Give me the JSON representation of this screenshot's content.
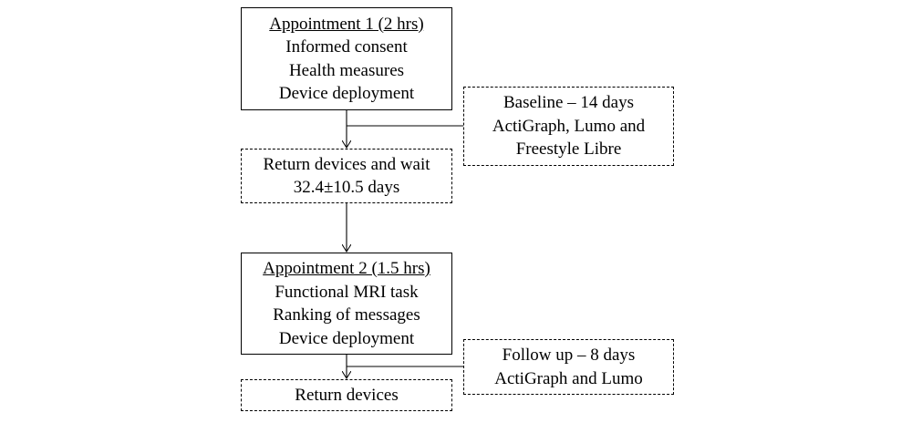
{
  "steps": {
    "appointment1": {
      "title": "Appointment 1 (2 hrs)",
      "lines": [
        "Informed consent",
        "Health measures",
        "Device deployment"
      ]
    },
    "baseline": {
      "lines": [
        "Baseline – 14 days",
        "ActiGraph, Lumo and",
        "Freestyle Libre"
      ]
    },
    "wait": {
      "lines": [
        "Return devices and wait",
        "32.4±10.5 days"
      ]
    },
    "appointment2": {
      "title": "Appointment 2 (1.5 hrs)",
      "lines": [
        "Functional MRI task",
        "Ranking of messages",
        "Device deployment"
      ]
    },
    "followup": {
      "lines": [
        "Follow up – 8 days",
        "ActiGraph and Lumo"
      ]
    },
    "return": {
      "lines": [
        "Return devices"
      ]
    }
  }
}
